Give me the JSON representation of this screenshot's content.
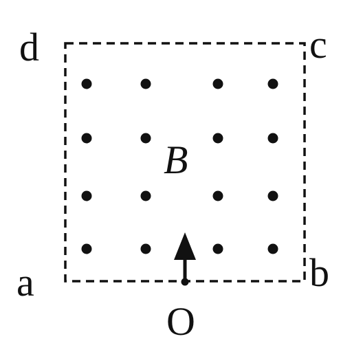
{
  "diagram": {
    "corners": {
      "a": "a",
      "b": "b",
      "c": "c",
      "d": "d"
    },
    "field_label": "B",
    "origin_label": "O",
    "field_direction": "out-of-page",
    "grid": {
      "rows": 4,
      "cols": 4
    },
    "colors": {
      "ink": "#111111",
      "background": "#ffffff"
    }
  }
}
